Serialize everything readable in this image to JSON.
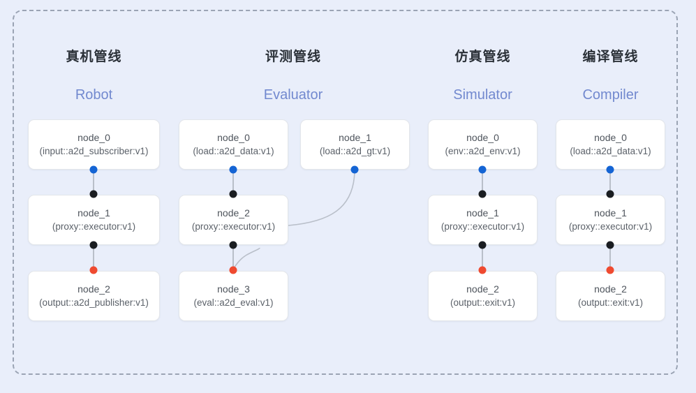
{
  "diagram": {
    "frame_style": "dashed-rounded-rectangle",
    "background_color": "#e9eefa",
    "accent_color": "#7289cf",
    "port_colors": {
      "input": "#1a1d21",
      "source": "#1464d4",
      "sink": "#ef4a30"
    }
  },
  "columns": [
    {
      "title": "真机管线",
      "subtitle": "Robot",
      "nodes": [
        {
          "name": "node_0",
          "spec": "(input::a2d_subscriber:v1)"
        },
        {
          "name": "node_1",
          "spec": "(proxy::executor:v1)"
        },
        {
          "name": "node_2",
          "spec": "(output::a2d_publisher:v1)"
        }
      ]
    },
    {
      "title": "评测管线",
      "subtitle": "Evaluator",
      "nodes": [
        {
          "name": "node_0",
          "spec": "(load::a2d_data:v1)"
        },
        {
          "name": "node_1",
          "spec": "(load::a2d_gt:v1)"
        },
        {
          "name": "node_2",
          "spec": "(proxy::executor:v1)"
        },
        {
          "name": "node_3",
          "spec": "(eval::a2d_eval:v1)"
        }
      ]
    },
    {
      "title": "仿真管线",
      "subtitle": "Simulator",
      "nodes": [
        {
          "name": "node_0",
          "spec": "(env::a2d_env:v1)"
        },
        {
          "name": "node_1",
          "spec": "(proxy::executor:v1)"
        },
        {
          "name": "node_2",
          "spec": "(output::exit:v1)"
        }
      ]
    },
    {
      "title": "编译管线",
      "subtitle": "Compiler",
      "nodes": [
        {
          "name": "node_0",
          "spec": "(load::a2d_data:v1)"
        },
        {
          "name": "node_1",
          "spec": "(proxy::executor:v1)"
        },
        {
          "name": "node_2",
          "spec": "(output::exit:v1)"
        }
      ]
    }
  ]
}
